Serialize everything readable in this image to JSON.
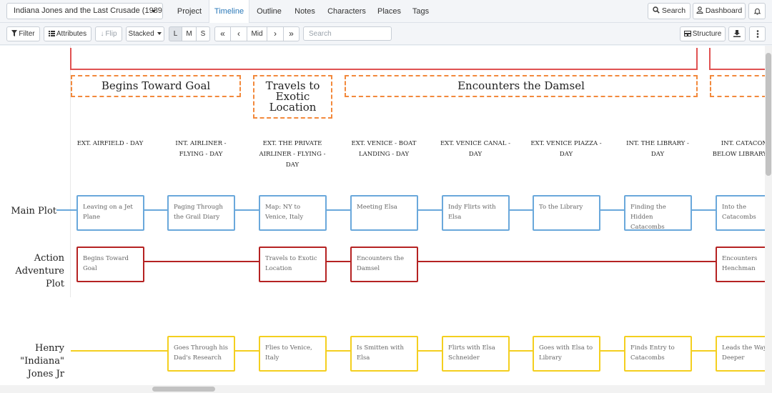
{
  "topbar": {
    "project_title": "Indiana Jones and the Last Crusade (1989...",
    "nav_tabs": [
      "Project",
      "Timeline",
      "Outline",
      "Notes",
      "Characters",
      "Places",
      "Tags"
    ],
    "active_tab": "Timeline",
    "search_label": "Search",
    "dashboard_label": "Dashboard"
  },
  "toolbar": {
    "filter_label": "Filter",
    "attributes_label": "Attributes",
    "flip_label": "Flip",
    "stacked_label": "Stacked",
    "size_options": [
      "L",
      "M",
      "S"
    ],
    "selected_size": "L",
    "nav_first": "«",
    "nav_prev": "‹",
    "nav_mid": "Mid",
    "nav_next": "›",
    "nav_last": "»",
    "search_placeholder": "Search",
    "structure_label": "Structure"
  },
  "colors": {
    "act_border": "#e05252",
    "beat_border": "#f2893c",
    "main_plot": "#6aa8db",
    "action_plot": "#b52222",
    "henry_plot": "#f4cf1f",
    "active_tab_text": "#2a78b8"
  },
  "icons": {
    "filter": "filter-icon",
    "attributes": "list-icon",
    "flip": "flip-arrow-icon",
    "search": "search-icon",
    "dashboard": "user-icon",
    "notifications": "bell-icon",
    "structure": "structure-icon",
    "export": "download-icon",
    "more": "more-vertical-icon"
  },
  "beats": [
    "Begins Toward Goal",
    "Travels to Exotic Location",
    "Encounters the Damsel"
  ],
  "scenes": [
    "EXT. AIRFIELD - DAY",
    "INT. AIRLINER - FLYING - DAY",
    "EXT. THE PRIVATE AIRLINER - FLYING - DAY",
    "EXT. VENICE - BOAT LANDING - DAY",
    "EXT. VENICE CANAL - DAY",
    "EXT. VENICE PIAZZA - DAY",
    "INT. THE LIBRARY - DAY",
    "INT. CATACOMBS BELOW LIBRARY - DAY"
  ],
  "plotlines": [
    {
      "name": "Main Plot",
      "cards": [
        "Leaving on a Jet Plane",
        "Paging Through the Grail Diary",
        "Map: NY to Venice, Italy",
        "Meeting Elsa",
        "Indy Flirts with Elsa",
        "To the Library",
        "Finding the Hidden Catacombs",
        "Into the Catacombs"
      ]
    },
    {
      "name": "Action Adventure Plot",
      "cards": [
        "Begins Toward Goal",
        "",
        "Travels to Exotic Location",
        "Encounters the Damsel",
        "",
        "",
        "",
        "Encounters Henchman"
      ]
    },
    {
      "name": "Henry \"Indiana\" Jones Jr",
      "cards": [
        "",
        "Goes Through his Dad's Research",
        "Flies to Venice, Italy",
        "Is Smitten with Elsa",
        "Flirts with Elsa Schneider",
        "Goes with Elsa to Library",
        "Finds Entry to Catacombs",
        "Leads the Way Deeper"
      ]
    }
  ]
}
